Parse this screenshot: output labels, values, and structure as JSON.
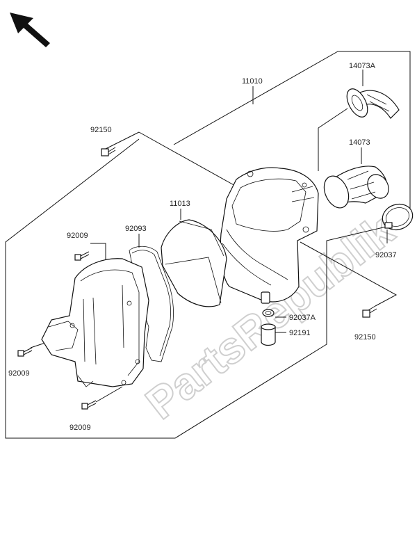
{
  "watermark": "PartsRepublik",
  "callouts": [
    {
      "id": "11010",
      "text": "11010"
    },
    {
      "id": "14073A",
      "text": "14073A"
    },
    {
      "id": "14073",
      "text": "14073"
    },
    {
      "id": "92150-top",
      "text": "92150"
    },
    {
      "id": "11013",
      "text": "11013"
    },
    {
      "id": "92009-top",
      "text": "92009"
    },
    {
      "id": "92093",
      "text": "92093"
    },
    {
      "id": "92037",
      "text": "92037"
    },
    {
      "id": "92037A",
      "text": "92037A"
    },
    {
      "id": "92191",
      "text": "92191"
    },
    {
      "id": "92150-bottom",
      "text": "92150"
    },
    {
      "id": "92009-left",
      "text": "92009"
    },
    {
      "id": "92009-bottom",
      "text": "92009"
    }
  ]
}
